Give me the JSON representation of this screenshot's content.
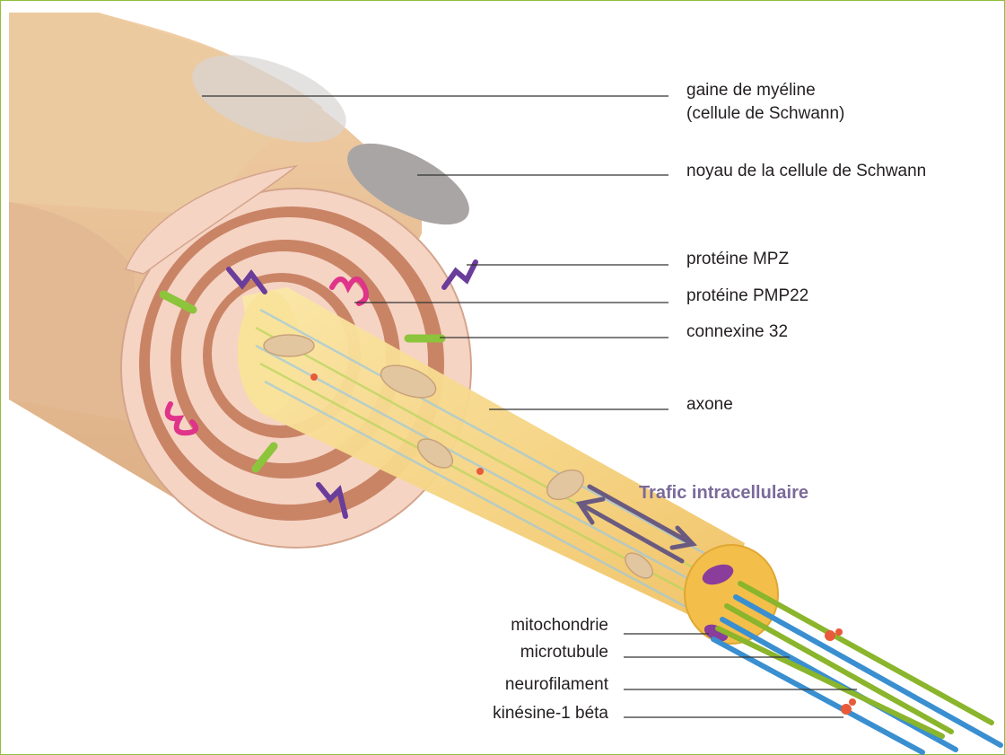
{
  "labels": {
    "myelin": "gaine de myéline",
    "myelin_sub": "(cellule de Schwann)",
    "schwann_nucleus": "noyau de la cellule de Schwann",
    "mpz": "protéine MPZ",
    "pmp22": "protéine PMP22",
    "connexin": "connexine 32",
    "axon": "axone",
    "traffic": "Trafic intracellulaire",
    "mitochondria": "mitochondrie",
    "microtubule": "microtubule",
    "neurofilament": "neurofilament",
    "kinesin": "kinésine-1 béta"
  },
  "colors": {
    "myelin_outer": "#e8c49a",
    "myelin_light": "#f6d4c4",
    "myelin_dark": "#c98466",
    "axon": "#f7dc7c",
    "mpz": "#6a3d9a",
    "pmp22": "#e0338a",
    "connexin": "#8cc43c",
    "microtubule": "#3a8fd0",
    "neurofilament": "#8ab52c",
    "frame": "#8fbf3c",
    "traffic": "#7a6a9a"
  }
}
